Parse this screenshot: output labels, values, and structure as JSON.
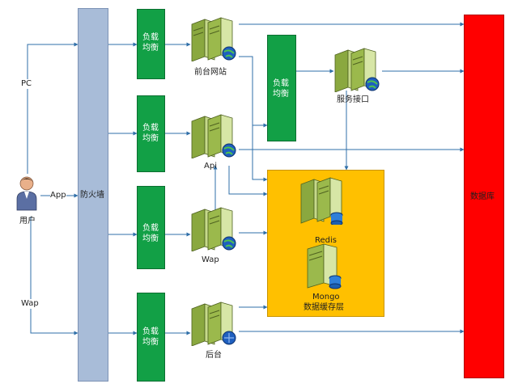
{
  "user": {
    "label": "用户",
    "icon": "user-icon"
  },
  "links": {
    "pc": "PC",
    "app": "App",
    "wap": "Wap"
  },
  "firewall": {
    "label": "防火墙",
    "color": "#a8bcd8"
  },
  "load_balancers": [
    "负载\n均衡",
    "负载\n均衡",
    "负载\n均衡",
    "负载\n均衡",
    "负载\n均衡"
  ],
  "servers": {
    "frontend": "前台网站",
    "api": "Api",
    "wap": "Wap",
    "backend": "后台",
    "service": "服务接口"
  },
  "cache_layer": {
    "redis": "Redis",
    "mongo": "Mongo",
    "title": "数据缓存层",
    "color": "#ffc000"
  },
  "database": {
    "label": "数据库",
    "color": "#ff0000"
  },
  "colors": {
    "lb": "#12a046",
    "wire": "#2f6fa8"
  }
}
